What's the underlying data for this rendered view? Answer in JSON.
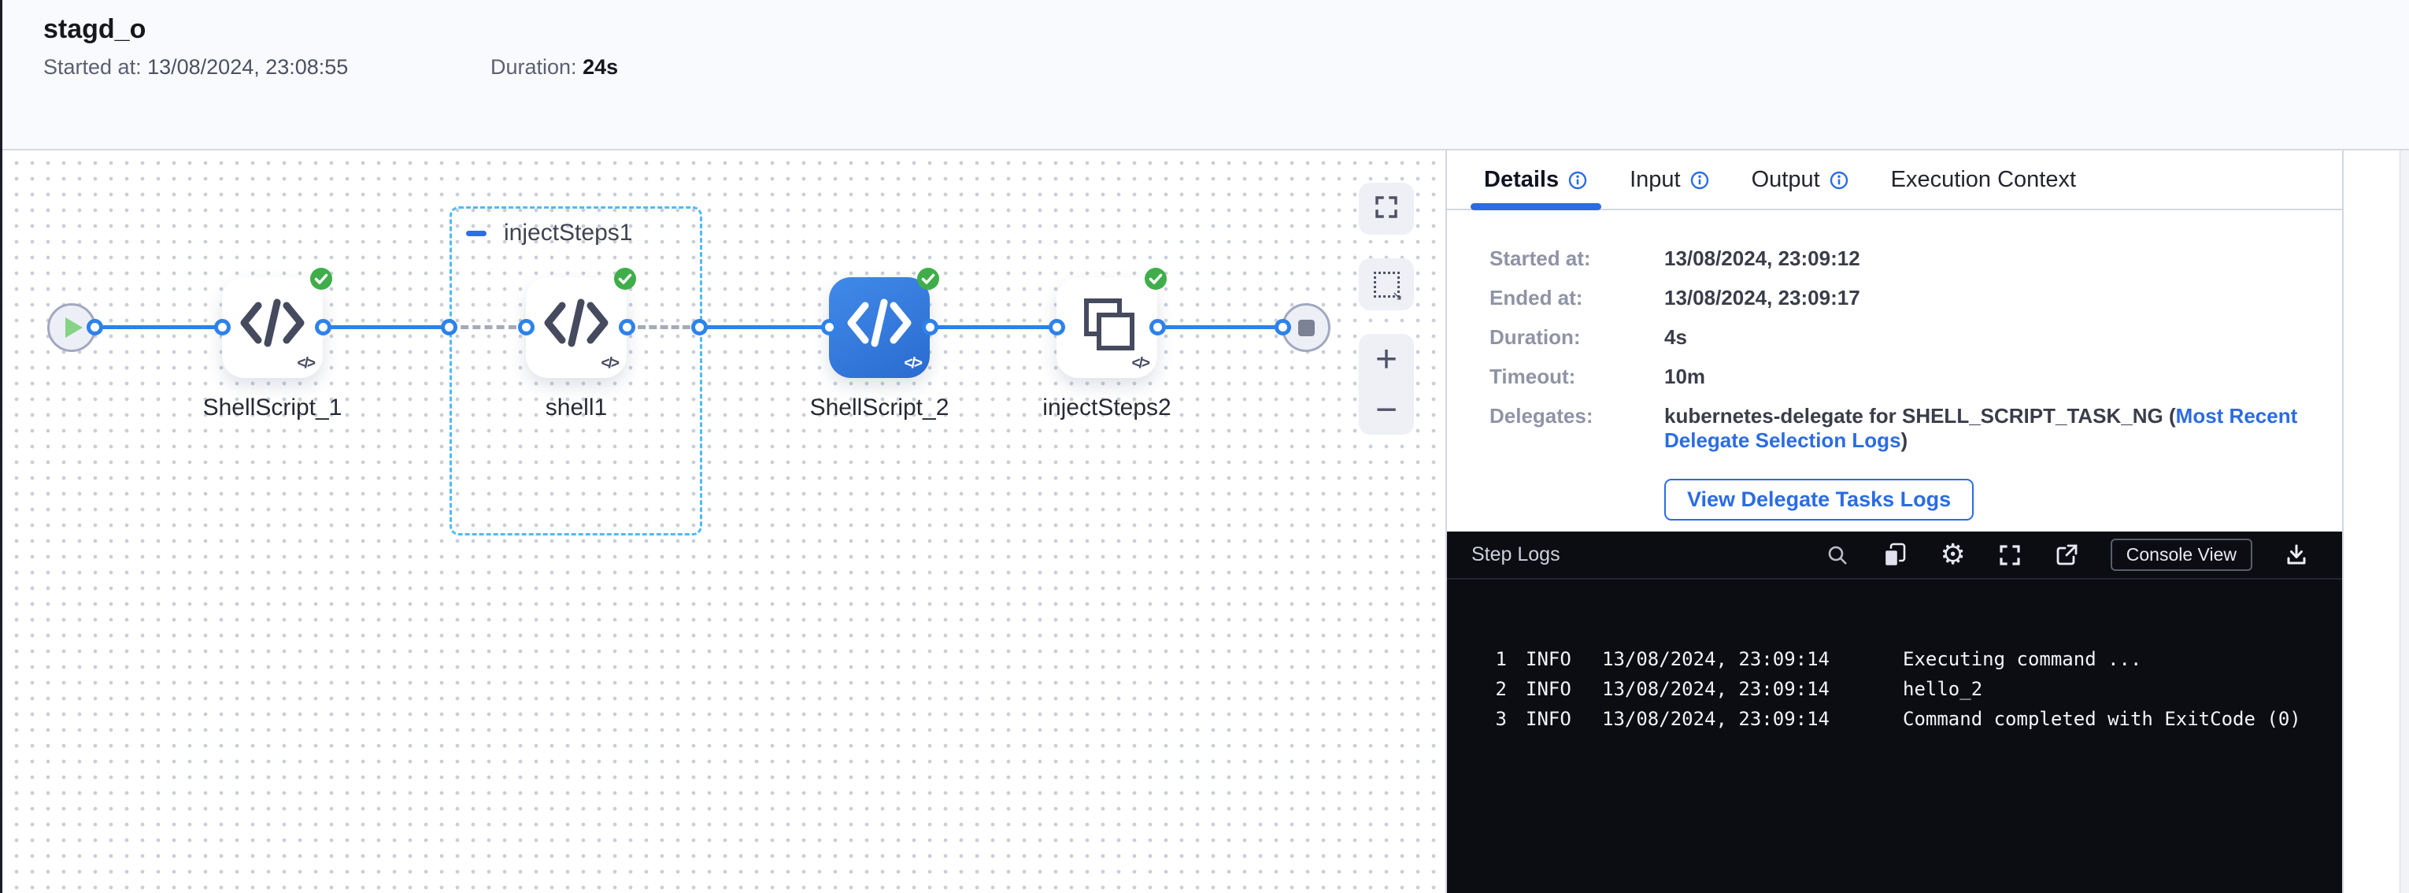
{
  "header": {
    "title": "stagd_o",
    "started_label": "Started at:",
    "started_value": "13/08/2024, 23:08:55",
    "duration_label": "Duration:",
    "duration_value": "24s"
  },
  "canvas": {
    "group": {
      "label": "injectSteps1"
    },
    "nodes": {
      "shellscript1": {
        "label": "ShellScript_1",
        "status": "success"
      },
      "shell1": {
        "label": "shell1",
        "status": "success"
      },
      "shellscript2": {
        "label": "ShellScript_2",
        "status": "success",
        "selected": true
      },
      "injectsteps2": {
        "label": "injectSteps2",
        "status": "success"
      }
    },
    "mini_glyph": "</>",
    "controls": {
      "zoom_in": "+",
      "zoom_out": "−"
    }
  },
  "panel": {
    "tabs": [
      {
        "label": "Details"
      },
      {
        "label": "Input"
      },
      {
        "label": "Output"
      },
      {
        "label": "Execution Context"
      }
    ],
    "details": {
      "rows": [
        {
          "label": "Started at:",
          "value": "13/08/2024, 23:09:12"
        },
        {
          "label": "Ended at:",
          "value": "13/08/2024, 23:09:17"
        },
        {
          "label": "Duration:",
          "value": "4s"
        },
        {
          "label": "Timeout:",
          "value": "10m"
        }
      ],
      "delegates_label": "Delegates:",
      "delegates_text_before": "kubernetes-delegate for SHELL_SCRIPT_TASK_NG (",
      "delegates_link": "Most Recent Delegate Selection Logs",
      "delegates_text_after": ")",
      "view_logs_button": "View Delegate Tasks Logs"
    },
    "logs": {
      "title": "Step Logs",
      "console_view_button": "Console View",
      "lines": [
        {
          "num": "1",
          "level": "INFO",
          "time": "13/08/2024, 23:09:14",
          "message": "Executing command ..."
        },
        {
          "num": "2",
          "level": "INFO",
          "time": "13/08/2024, 23:09:14",
          "message": "hello_2"
        },
        {
          "num": "3",
          "level": "INFO",
          "time": "13/08/2024, 23:09:14",
          "message": "Command completed with ExitCode (0)"
        }
      ]
    }
  },
  "colors": {
    "accent_blue": "#2b6be4",
    "connector_blue": "#2e82e9",
    "group_dash_blue": "#52b9f3",
    "success_green": "#3fae4a",
    "selected_node_gradient_start": "#418ae9",
    "selected_node_gradient_end": "#2a6bd0",
    "log_background": "#0c0d12",
    "header_background": "#f9fafd"
  }
}
